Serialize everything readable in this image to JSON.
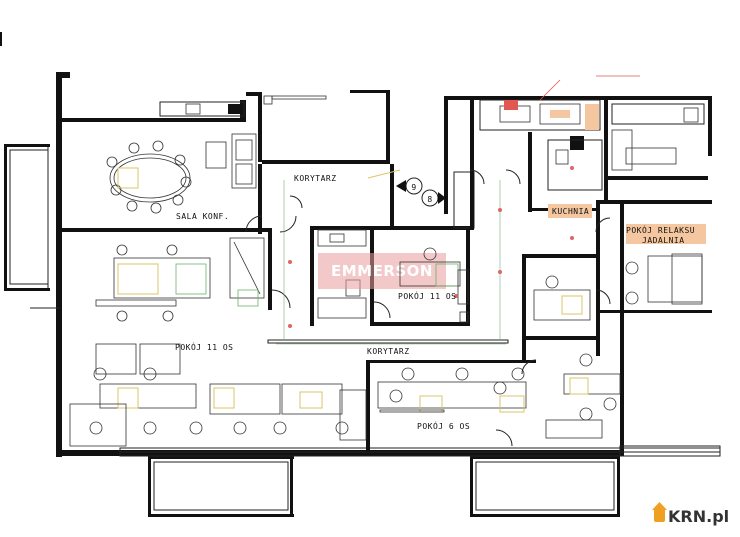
{
  "rooms": {
    "sala_konf": "SALA KONF.",
    "korytarz_top": "KORYTARZ",
    "korytarz_mid": "KORYTARZ",
    "kuchnia": "KUCHNIA",
    "pokoj_relaksu_1": "POKÓJ RELAKSU",
    "pokoj_relaksu_2": "JADALNIA",
    "pokoj_11_right": "POKÓJ 11 OS",
    "pokoj_11_left": "POKÓJ 11 OS",
    "pokoj_6": "POKÓJ 6 OS"
  },
  "markers": {
    "m9": "9",
    "m8": "8"
  },
  "watermark": "EMMERSON",
  "logo": {
    "text": "KRN.pl"
  },
  "colors": {
    "wall": "#111111",
    "highlight": "#f5c7a0",
    "watermark": "#e89a9a",
    "furniture_accent": "#d8c46a"
  }
}
